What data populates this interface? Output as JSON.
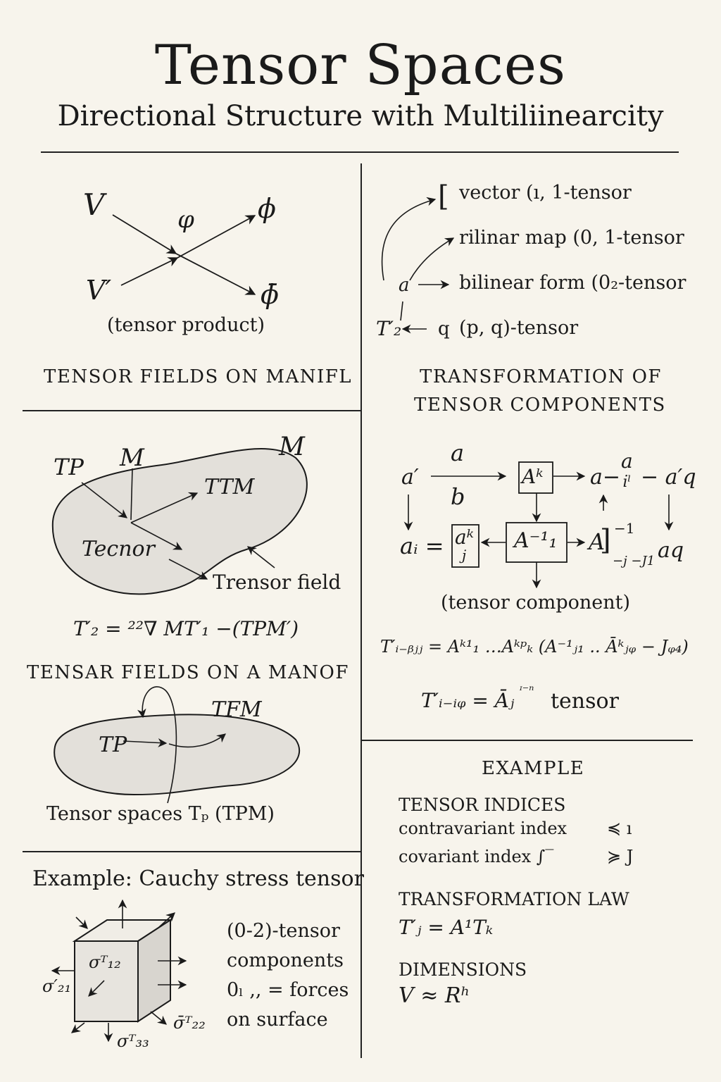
{
  "header": {
    "title": "Tensor Spaces",
    "subtitle": "Directional Structure with Multiliinearcity"
  },
  "tensor_product": {
    "V": "V",
    "V_prime": "V′",
    "phi_mid": "φ",
    "phi_top": "ϕ",
    "phi_bottom": "ϕ̄",
    "caption": "(tensor product)",
    "heading": "TENSOR FIELDS ON MANIFL"
  },
  "tensor_types": {
    "items": [
      "vector (ı, 1-tensor",
      "rilinar map (0, 1-tensor",
      "bilinear form (0₂-tensor",
      "(p, q)-tensor"
    ],
    "left_a": "a",
    "left_T": "T′₂",
    "left_q": "q",
    "bracket": "["
  },
  "transformation": {
    "heading_line1": "TRANSFORMATION OF",
    "heading_line2": "TENSOR COMPONENTS",
    "a_prime": "a′",
    "a_top": "a",
    "b_bottom": "b",
    "box_Ak": "Aᵏ",
    "a_minus": "a−",
    "frac_top": "a",
    "frac_bottom": "i̇ˡ",
    "aq_prime": "− a′q",
    "a_i": "aᵢ =",
    "box_akj_top": "aᵏ",
    "box_akj_bottom": "j",
    "box_inv": "A⁻¹₁",
    "A_right": "A",
    "bracket_right": "]",
    "minus_one": "−1",
    "idx_bottom": "−j −J1",
    "a_q": "aq",
    "caption": "(tensor component)",
    "eq1": "T′ᵢ₋ᵦⱼⱼ = Aᵏ¹₁ …Aᵏᵖₖ (A⁻¹ⱼ₁ .. Āᵏⱼᵩ − Jᵩ₄)",
    "eq2_lhs": "T′ᵢ₋ᵢᵩ = Āⱼ",
    "eq2_sup": "ᶦ⁻ⁿ",
    "eq2_word": "tensor"
  },
  "manifold1": {
    "TP": "TP",
    "M_inner": "M",
    "M_outer": "M",
    "TTM": "TTM",
    "T_ecnor": "Tecnor",
    "field_label": "Trensor field",
    "equation": "T′₂ = ²²∇ MT′₁ −(TPM′)"
  },
  "manifold2": {
    "heading": "TENSAR FIELDS ON A MANOF",
    "TFM": "TFM",
    "TP": "TP",
    "caption": "Tensor spaces Tₚ (TPM)"
  },
  "cauchy": {
    "heading": "Example: Cauchy stress tensor",
    "sigma12": "σᵀ₁₂",
    "sigma21": "σ′₂₁",
    "sigma22": "σ̄ᵀ₂₂",
    "sigma33": "σᵀ₃₃",
    "desc1": "(0-2)-tensor",
    "desc2": "components",
    "desc3": "0ₗ ,, = forces",
    "desc4": "on   surface"
  },
  "example": {
    "heading": "EXAMPLE",
    "indices_title": "TENSOR INDICES",
    "contra": "contravariant index",
    "contra_sym": "≼ ı",
    "cov": "covariant index ∫‾",
    "cov_sym": "≽ J",
    "law_title": "TRANSFORMATION LAW",
    "law": "T′ⱼ = A¹Tₖ",
    "dim_title": "DIMENSIONS",
    "dim": "V ≈ Rʰ"
  }
}
